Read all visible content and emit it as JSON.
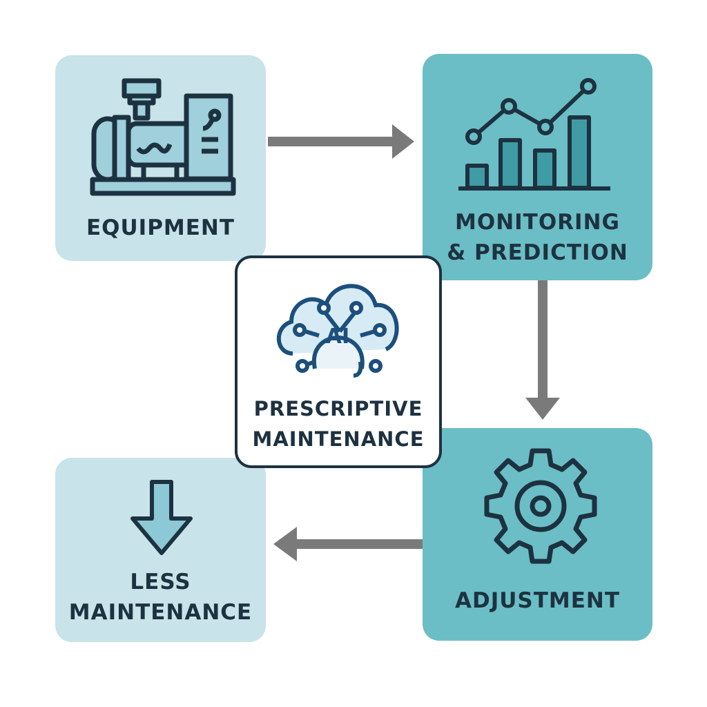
{
  "title": "Prescriptive Maintenance",
  "nodes": {
    "equipment": {
      "label": "EQUIPMENT",
      "icon": "machine-icon"
    },
    "monitoring": {
      "line1": "MONITORING",
      "line2": "& PREDICTION",
      "icon": "chart-icon"
    },
    "center": {
      "ai": "AI",
      "line1": "PRESCRIPTIVE",
      "line2": "MAINTENANCE",
      "icon": "ai-cloud-icon"
    },
    "adjustment": {
      "label": "ADJUSTMENT",
      "icon": "gear-icon"
    },
    "less": {
      "line1": "LESS",
      "line2": "MAINTENANCE",
      "icon": "down-arrow-icon"
    }
  },
  "colors": {
    "light": "#c8e3ea",
    "teal": "#6bbec6",
    "dark": "#1d3240",
    "arrow": "#777777",
    "ai_blue": "#1c4f7c"
  }
}
